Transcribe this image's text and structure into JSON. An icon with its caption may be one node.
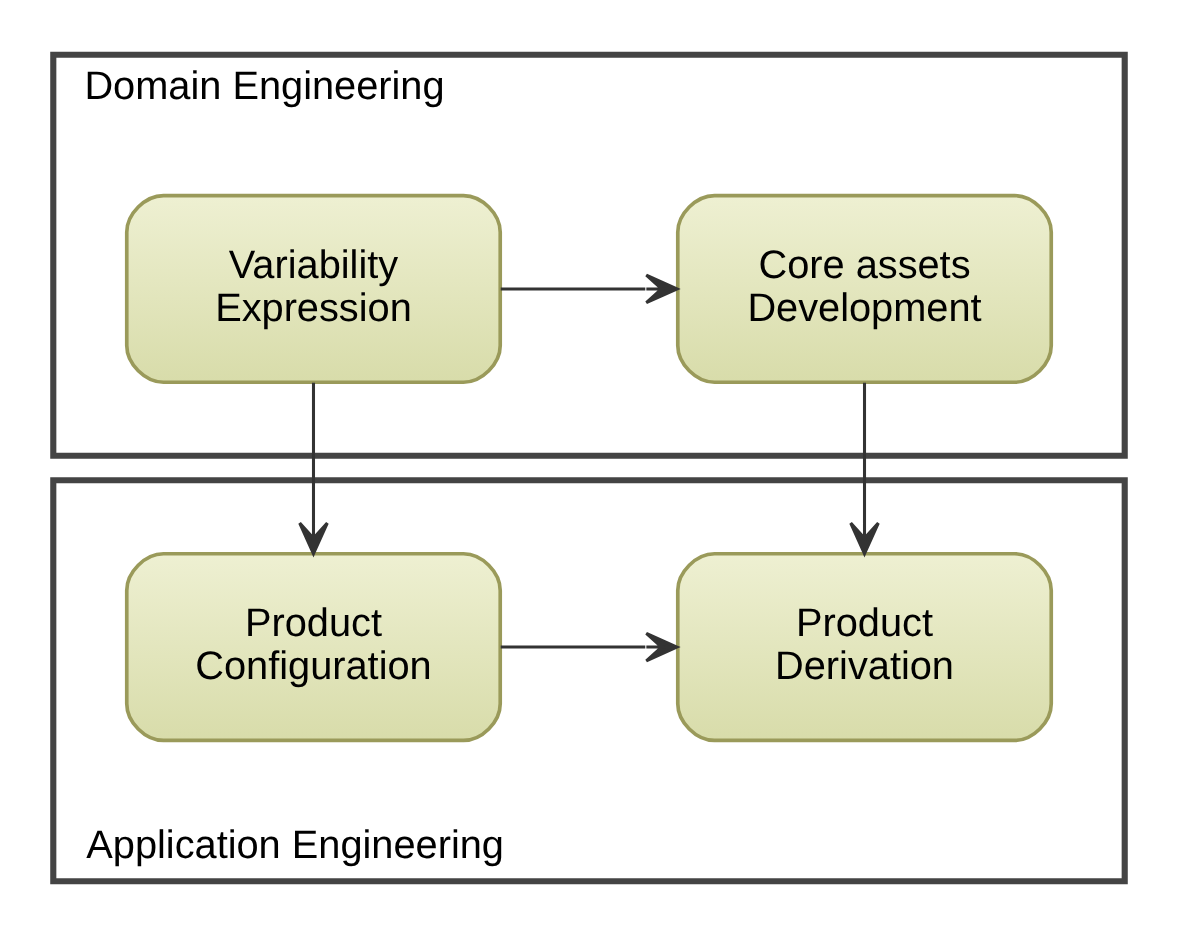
{
  "diagram": {
    "nodes": [
      {
        "text": [
          "Domain Engineering"
        ]
      },
      {
        "text": [
          "Variability Expression"
        ],
        "in": 0
      },
      {
        "text": [
          "Core assets Development"
        ],
        "in": 0
      },
      {
        "text": [
          "Application Engineering"
        ]
      },
      {
        "text": [
          "Product Configuration"
        ],
        "in": 3
      },
      {
        "text": [
          "Product Derivation"
        ],
        "in": 3
      }
    ],
    "edges": [
      {
        "from": 1,
        "to": 2,
        "arrow": "to"
      },
      {
        "from": 1,
        "to": 4,
        "arrow": "to"
      },
      {
        "from": 2,
        "to": 5,
        "arrow": "to"
      },
      {
        "from": 4,
        "to": 5,
        "arrow": "to"
      }
    ]
  }
}
